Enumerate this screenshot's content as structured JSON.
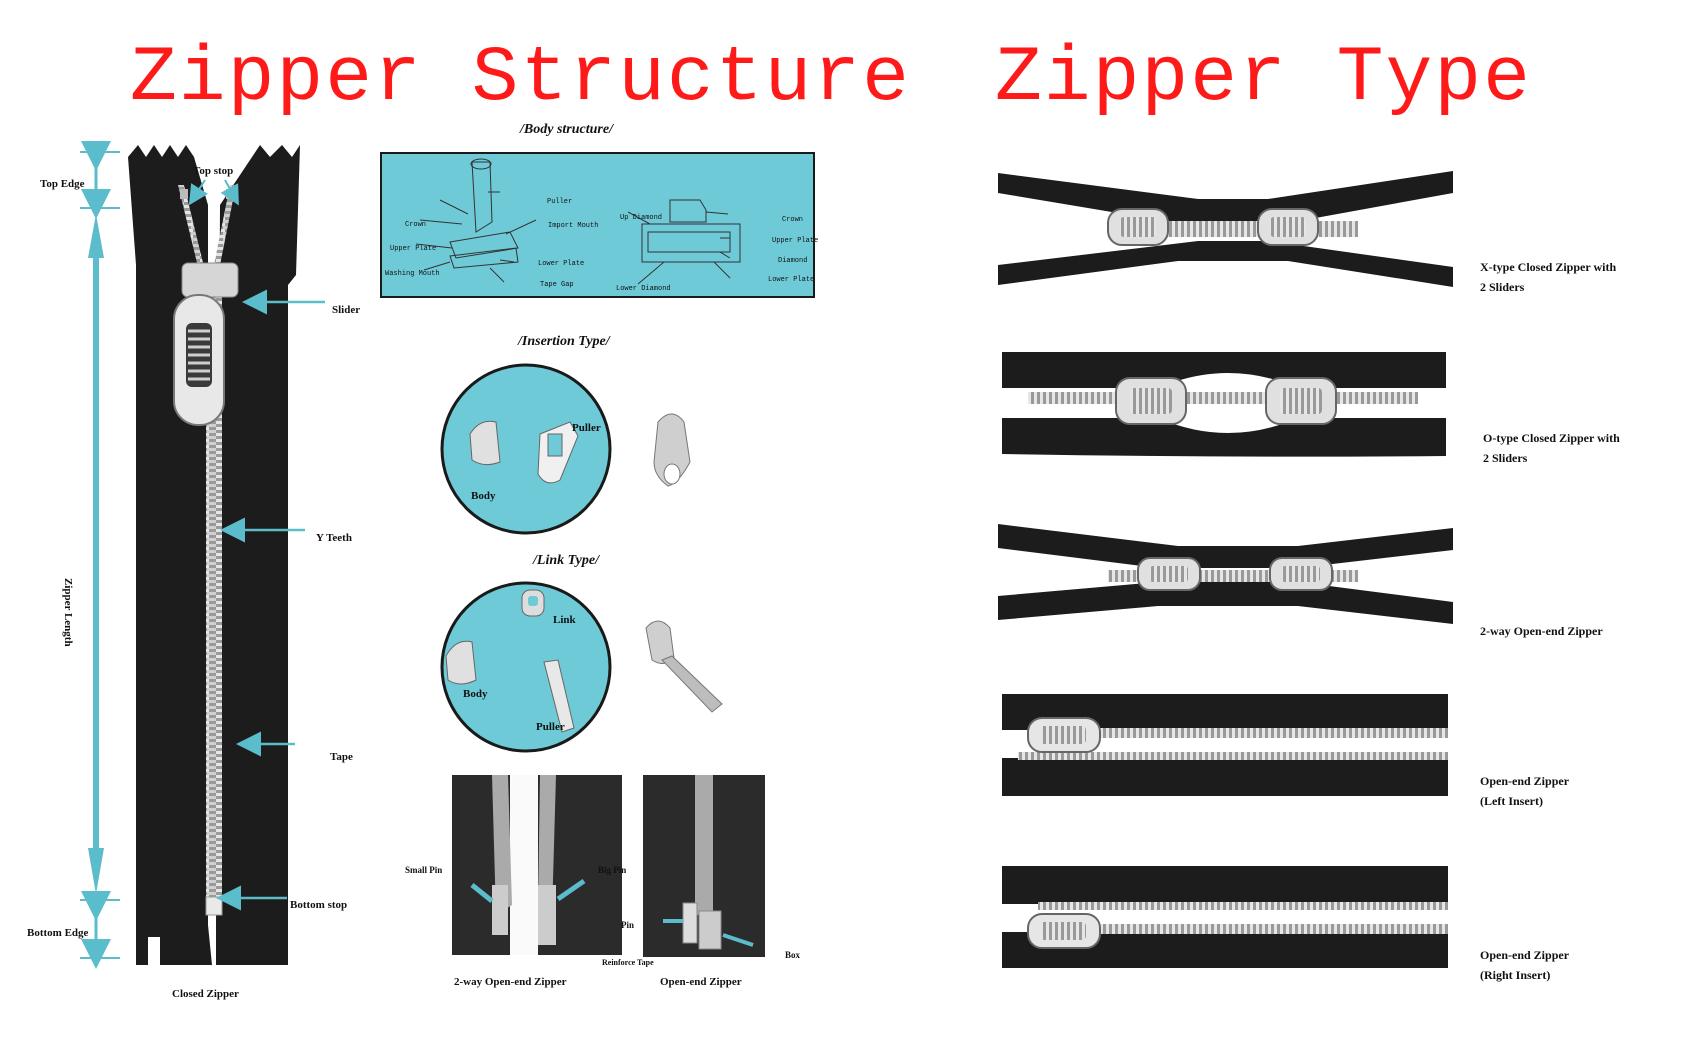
{
  "titles": {
    "structure": "Zipper Structure",
    "type": "Zipper Type"
  },
  "structure": {
    "labels": {
      "top_edge": "Top Edge",
      "top_stop": "Top stop",
      "slider": "Slider",
      "zipper_length": "Zipper Length",
      "y_teeth": "Y Teeth",
      "tape": "Tape",
      "bottom_stop": "Bottom stop",
      "bottom_edge": "Bottom Edge",
      "closed_zipper": "Closed Zipper"
    },
    "body_structure": {
      "title": "/Body structure/",
      "left_parts": {
        "puller": "Puller",
        "crown": "Crown",
        "import_mouth": "Import Mouth",
        "upper_plate": "Upper Plate",
        "lower_plate": "Lower Plate",
        "washing_mouth": "Washing Mouth",
        "tape_gap": "Tape Gap"
      },
      "right_parts": {
        "up_diamond": "Up Diamond",
        "crown": "Crown",
        "upper_plate": "Upper Plate",
        "diamond": "Diamond",
        "lower_plate": "Lower Plate",
        "lower_diamond": "Lower Diamond"
      }
    },
    "insertion_type": {
      "title": "/Insertion Type/",
      "puller": "Puller",
      "body": "Body"
    },
    "link_type": {
      "title": "/Link Type/",
      "link": "Link",
      "body": "Body",
      "puller": "Puller"
    },
    "open_end": {
      "small_pin": "Small Pin",
      "big_pin": "Big Pin",
      "two_way_caption": "2-way Open-end Zipper",
      "pin": "Pin",
      "reinforce_tape": "Reinforce Tape",
      "box": "Box",
      "open_end_caption": "Open-end Zipper"
    }
  },
  "types": [
    {
      "line1": "X-type Closed Zipper with",
      "line2": "2 Sliders"
    },
    {
      "line1": "O-type Closed Zipper with",
      "line2": "2 Sliders"
    },
    {
      "line1": "2-way Open-end Zipper",
      "line2": ""
    },
    {
      "line1": "Open-end Zipper",
      "line2": "(Left Insert)"
    },
    {
      "line1": "Open-end Zipper",
      "line2": "(Right Insert)"
    }
  ],
  "colors": {
    "title_red": "#ff1a1a",
    "diagram_blue": "#6fcad8",
    "arrow_blue": "#5bbccc",
    "tape_black": "#1a1a1a",
    "metal": "#c9c9c9"
  }
}
